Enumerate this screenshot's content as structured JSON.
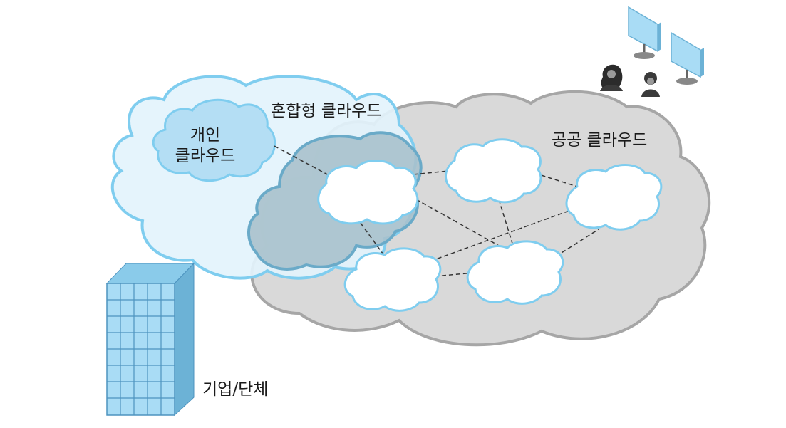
{
  "labels": {
    "hybrid_cloud": "혼합형 클라우드",
    "public_cloud": "공공 클라우드",
    "private_cloud_line1": "개인",
    "private_cloud_line2": "클라우드",
    "enterprise": "기업/단체"
  },
  "colors": {
    "private_fill": "#e3f3fc",
    "private_stroke": "#7fcdef",
    "private_inner_fill": "#b4def4",
    "public_fill": "#d9d9d9",
    "public_stroke": "#a6a6a6",
    "hybrid_fill": "#a8c1cc",
    "hybrid_stroke": "#6aaac8",
    "node_fill": "#ffffff",
    "node_stroke": "#7fcdef",
    "building_front": "#a9dcf5",
    "building_side": "#6cb2d6",
    "building_top": "#8acbea",
    "building_grid": "#4d93bf",
    "link_color": "#333333"
  },
  "icons": {
    "users": [
      "user-female-icon",
      "user-male-icon"
    ],
    "monitors": [
      "monitor-icon",
      "monitor-icon"
    ],
    "building": "office-building-icon"
  }
}
